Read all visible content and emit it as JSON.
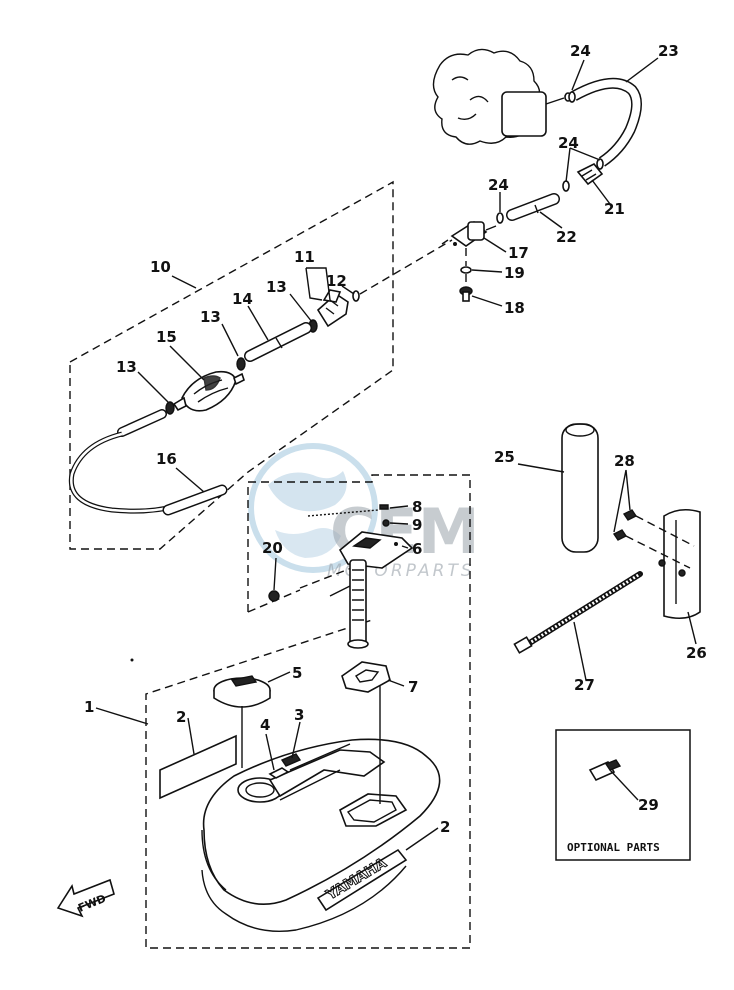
{
  "callouts": {
    "c1": "1",
    "c2a": "2",
    "c2b": "2",
    "c3": "3",
    "c4": "4",
    "c5": "5",
    "c6": "6",
    "c7": "7",
    "c8": "8",
    "c9": "9",
    "c10": "10",
    "c11": "11",
    "c12": "12",
    "c13a": "13",
    "c13b": "13",
    "c13c": "13",
    "c14": "14",
    "c15": "15",
    "c16": "16",
    "c17": "17",
    "c18": "18",
    "c19": "19",
    "c20": "20",
    "c21": "21",
    "c22": "22",
    "c23": "23",
    "c24a": "24",
    "c24b": "24",
    "c24c": "24",
    "c25": "25",
    "c26": "26",
    "c27": "27",
    "c28": "28",
    "c29": "29"
  },
  "optional_box": {
    "label": "OPTIONAL PARTS"
  },
  "tank": {
    "brand": "YAMAHA"
  },
  "fwd": {
    "label": "FWD"
  },
  "watermark": {
    "main": "CEM",
    "sub": "MOTORPARTS"
  }
}
